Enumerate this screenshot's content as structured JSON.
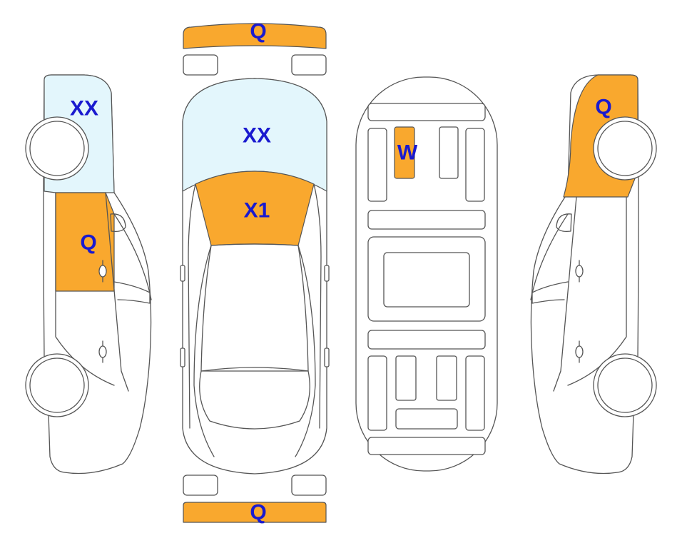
{
  "colors": {
    "damage_fill": "#F9A82E",
    "glass_fill": "#E3F6FC",
    "outline": "#555555",
    "label_text": "#1A1ACF"
  },
  "views": [
    "left-side",
    "top",
    "underbody",
    "right-side"
  ],
  "zones": {
    "left_glass": {
      "code": "XX",
      "fill": "glass",
      "view": "left-side"
    },
    "left_front_door": {
      "code": "Q",
      "fill": "damage",
      "view": "left-side"
    },
    "front_bumper": {
      "code": "Q",
      "fill": "damage",
      "view": "top"
    },
    "windshield": {
      "code": "XX",
      "fill": "glass",
      "view": "top"
    },
    "hood": {
      "code": "X1",
      "fill": "damage",
      "view": "top"
    },
    "rear_bumper": {
      "code": "Q",
      "fill": "damage",
      "view": "top"
    },
    "underbody_panel": {
      "code": "W",
      "fill": "damage",
      "view": "underbody"
    },
    "right_quarter": {
      "code": "Q",
      "fill": "damage",
      "view": "right-side"
    }
  }
}
